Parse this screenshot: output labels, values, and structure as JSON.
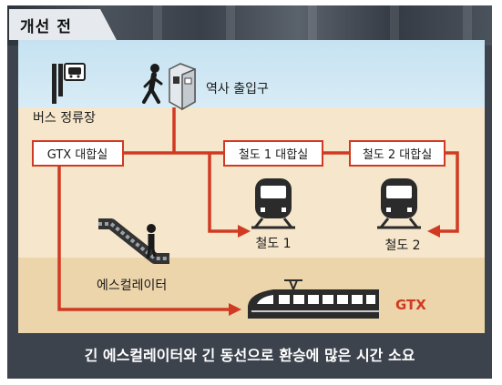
{
  "header": {
    "tab_label": "개선 전"
  },
  "places": {
    "bus_stop": "버스 정류장",
    "station_exit": "역사 출입구",
    "gtx_concourse": "GTX 대합실",
    "rail1_concourse": "철도 1 대합실",
    "rail2_concourse": "철도 2 대합실",
    "rail1": "철도 1",
    "rail2": "철도 2",
    "escalator": "에스컬레이터",
    "gtx": "GTX"
  },
  "caption": "긴 에스컬레이터와 긴 동선으로 환승에 많은 시간 소요",
  "colors": {
    "route": "#d13a22",
    "frame": "#3c434d",
    "sky": "#c6e2f1",
    "upper_floor": "#f6e6cb",
    "lower_floor": "#ecd4ab"
  },
  "icons": [
    "bus-stop-sign-icon",
    "walking-person-icon",
    "ticket-gate-icon",
    "metro-train-icon",
    "escalator-icon",
    "gtx-train-icon"
  ]
}
